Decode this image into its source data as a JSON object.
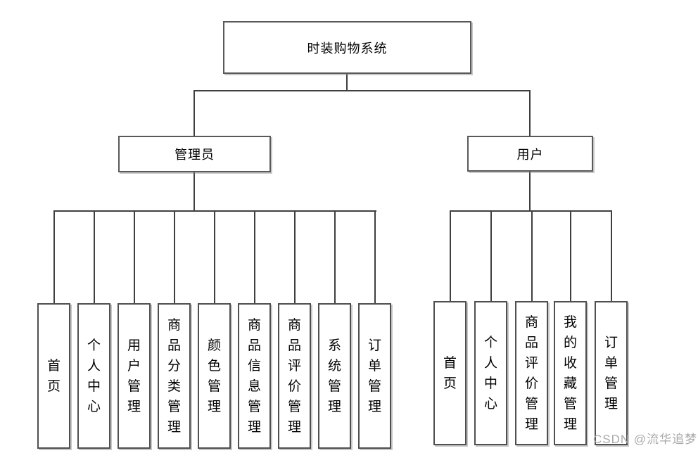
{
  "diagram": {
    "title": "时装购物系统",
    "admin": {
      "label": "管理员",
      "children": [
        "首页",
        "个人中心",
        "用户管理",
        "商品分类管理",
        "颜色管理",
        "商品信息管理",
        "商品评价管理",
        "系统管理",
        "订单管理"
      ]
    },
    "user": {
      "label": "用户",
      "children": [
        "首页",
        "个人中心",
        "商品评价管理",
        "我的收藏管理",
        "订单管理"
      ]
    }
  },
  "watermark": "CSDN @流华追梦",
  "colors": {
    "line": "#3f3f3f",
    "box_border": "#595959",
    "text": "#000000",
    "watermark_text": "#a9a9a9",
    "background": "#ffffff"
  }
}
